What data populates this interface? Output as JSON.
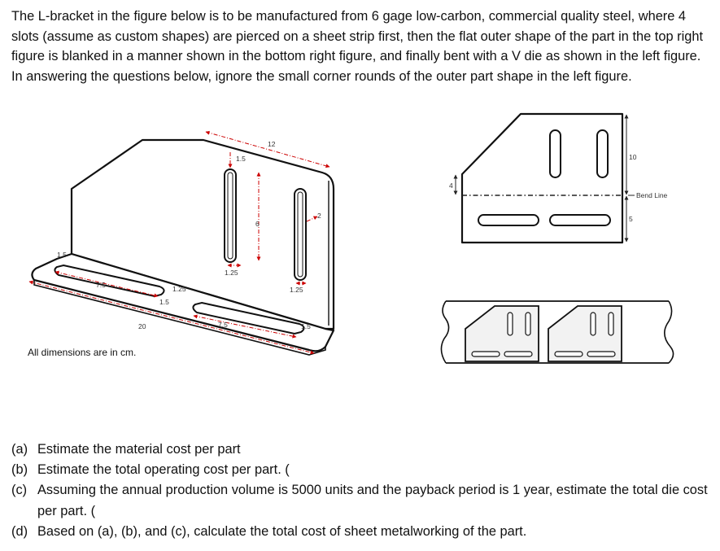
{
  "problem": {
    "intro": "The L-bracket in the figure below is to be manufactured from 6 gage low-carbon, commercial quality steel, where 4 slots (assume as custom shapes) are pierced on a sheet strip first, then the flat outer shape of the part in the top right figure is blanked in a manner shown in the bottom right figure, and finally bent with a V die as shown in the left figure. In answering the questions below, ignore the small corner rounds of the outer part shape in the left figure."
  },
  "figure": {
    "units_note": "All dimensions are in cm.",
    "bracket_dims": {
      "d12": "12",
      "d1_5_top": "1.5",
      "d6": "6",
      "d2": "2",
      "d1_25_vert_a": "1.25",
      "d1_25_vert_b": "1.25",
      "d1_5_left": "1.5",
      "d7_5_left": "7.5",
      "d1_25_horiz": "1.25",
      "d1_5_mid": "1.5",
      "d7_5_right": "7.5",
      "d1_5_right": "1.5",
      "d20": "20"
    },
    "flat_dims": {
      "d10": "10",
      "d4": "4",
      "d5": "5",
      "bend_line": "Bend Line"
    }
  },
  "questions": [
    {
      "tag": "(a)",
      "text": "Estimate the material cost per part"
    },
    {
      "tag": "(b)",
      "text": "Estimate the total operating cost per part. ("
    },
    {
      "tag": "(c)",
      "text": "Assuming the annual production volume is 5000 units and the payback period is 1 year, estimate the total die cost per part. ("
    },
    {
      "tag": "(d)",
      "text": "Based on (a), (b), and (c), calculate the total cost of sheet metalworking of the part."
    }
  ]
}
